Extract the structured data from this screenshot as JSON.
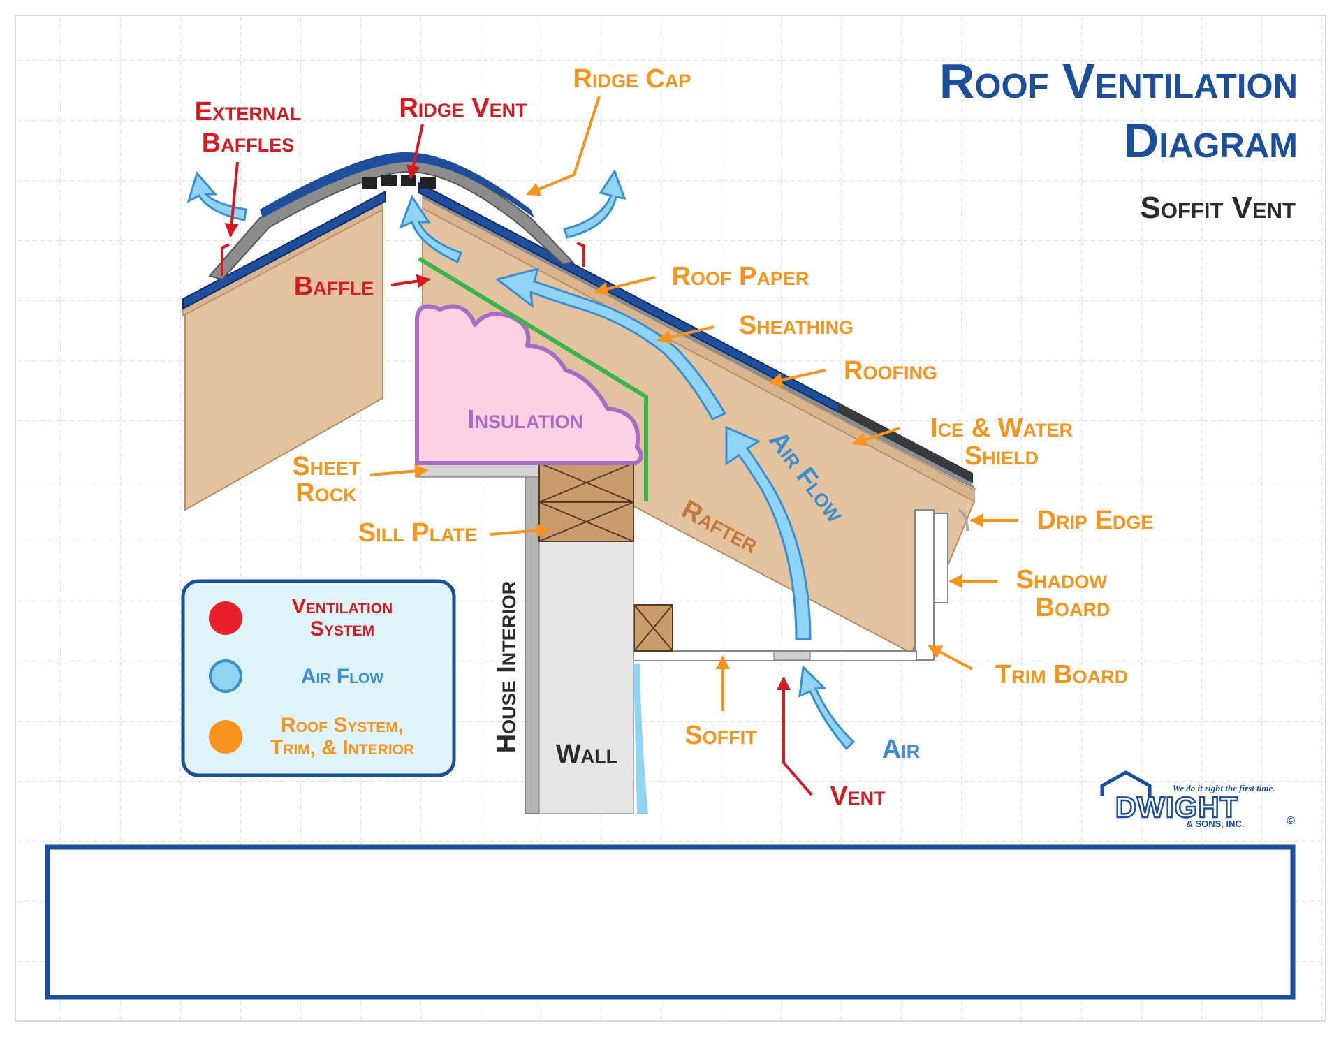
{
  "title": {
    "line1": "Roof Ventilation",
    "line2": "Diagram",
    "subtitle": "Soffit Vent"
  },
  "labels": {
    "external_baffles": [
      "External",
      "Baffles"
    ],
    "ridge_vent": "Ridge Vent",
    "ridge_cap": "Ridge Cap",
    "baffle": "Baffle",
    "roof_paper": "Roof Paper",
    "sheathing": "Sheathing",
    "roofing": "Roofing",
    "ice_water_shield": [
      "Ice & Water",
      "Shield"
    ],
    "insulation": "Insulation",
    "air_flow": "Air Flow",
    "rafter": "Rafter",
    "sheet_rock": [
      "Sheet",
      "Rock"
    ],
    "sill_plate": "Sill Plate",
    "drip_edge": "Drip Edge",
    "shadow_board": [
      "Shadow",
      "Board"
    ],
    "trim_board": "Trim Board",
    "house_interior": "House Interior",
    "wall": "Wall",
    "soffit": "Soffit",
    "air": "Air",
    "vent": "Vent"
  },
  "legend": {
    "items": [
      {
        "lines": [
          "Ventilation",
          "System"
        ],
        "color": "#e8202a",
        "text_color": "#d71920"
      },
      {
        "lines": [
          "Air Flow"
        ],
        "color": "#8fd3f5",
        "text_color": "#3b8fd0"
      },
      {
        "lines": [
          "Roof System,",
          "Trim, & Interior"
        ],
        "color": "#f7941d",
        "text_color": "#f7941d"
      }
    ]
  },
  "logo": {
    "tagline": "We do it right the first time.",
    "name": "DWIGHT",
    "sub": "& SONS, INC.",
    "copyright": "©"
  },
  "colors": {
    "title_blue": "#1b4f9c",
    "red": "#d71920",
    "orange": "#f7941d",
    "air_blue": "#3b8fd0",
    "roof_blue": "#1f4f9c",
    "wood": "#e3c2a0",
    "insulation_fill": "#ffd0e4",
    "insulation_stroke": "#a86cc1",
    "legend_bg": "#dff3fb",
    "note_border": "#1b4f9c"
  }
}
